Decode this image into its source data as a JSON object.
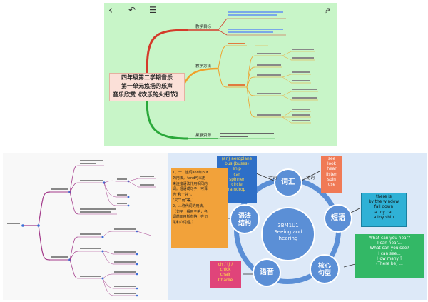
{
  "top_panel": {
    "toolbar": {
      "back_icon": "chevron-left-icon",
      "undo_icon": "undo-icon",
      "list_icon": "list-icon",
      "share_icon": "share-icon"
    },
    "center_title": {
      "line1": "四年级第二学期音乐",
      "line2": "第一单元悠扬的乐声",
      "line3": "音乐欣赏《欢乐的火把节》"
    },
    "branches": [
      {
        "label": "教学目标"
      },
      {
        "label": "教学方法"
      },
      {
        "label": "拓展资源"
      }
    ]
  },
  "bottom_right": {
    "center_circle": {
      "line1": "3BM1U1",
      "line2": "Seeing and",
      "line3": "hearing"
    },
    "nodes": {
      "vocab": "词汇",
      "phrase": "短语",
      "core": "核心",
      "core2": "句型",
      "pron": "语音",
      "grammar": "语法",
      "grammar2": "结构"
    },
    "connector_labels": {
      "old_word": "老词",
      "new_word": "动词"
    },
    "vocab_list": [
      "(an) aeroplane",
      "bus (buses)",
      "ship",
      "car",
      "spinner",
      "circle",
      "raindrop"
    ],
    "verb_list": [
      "see",
      "look",
      "hear",
      "listen",
      "spin",
      "use"
    ],
    "phrase_list": [
      "there is",
      "by the window",
      "fall down",
      "a toy car",
      "a toy ship"
    ],
    "sentence_list": [
      "What can you hear?",
      "I can hear...",
      "What can you see?",
      "I can see...",
      "How many ?",
      "(There be) ..."
    ],
    "phonics_list": [
      "ch / tʃ /",
      "chick",
      "chair",
      "Charlie"
    ],
    "grammar_list": [
      "1、一、连词and和but",
      "的用法。（and可以用",
      "来连接语法作用相同的",
      "词。短语或句子，可译",
      "为“和”“并”，",
      "“又”“而”等。）",
      "2、人称代词的用法。",
      "（句子一般用主格，名",
      "词前面用所有格，在句",
      "尾和介词后。）"
    ]
  },
  "colors": {
    "top_bg": "#c8f5c8",
    "center_box_bg": "#fbe0d8",
    "circle_blue": "#5b8fd6",
    "vocab_box": "#2e6fc7",
    "verb_box": "#f07a56",
    "phrase_box": "#2fb1d6",
    "sentence_box": "#33b866",
    "phonics_box": "#e0447a",
    "grammar_box": "#f2a23a"
  }
}
